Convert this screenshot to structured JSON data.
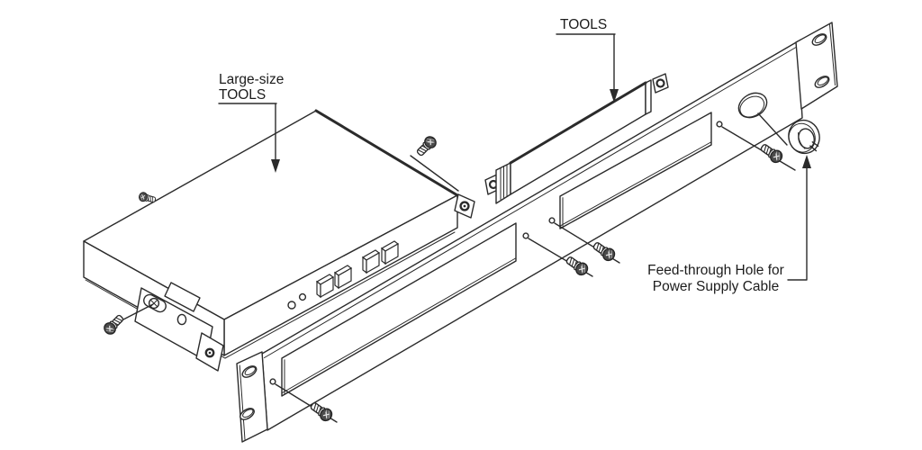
{
  "meta": {
    "background_color": "#ffffff",
    "line_color": "#2b2b2b",
    "text_color": "#1c1c1c",
    "diagram_type": "exploded-assembly-line-art"
  },
  "labels": {
    "large_tools_line1": "Large-size",
    "large_tools_line2": "TOOLS",
    "tools": "TOOLS",
    "feedthrough_line1": "Feed-through Hole for",
    "feedthrough_line2": "Power Supply Cable"
  },
  "components": {
    "device_unit": "large-size TOOLS unit",
    "filler_bracket": "blank TOOLS bracket",
    "rack_panel": "1U rack front panel",
    "mounting_ears": 2,
    "ear_slots_per_ear": 2,
    "panel_cutouts": 2,
    "screw_holes": 4,
    "screws": 7,
    "feed_through_hole": 1,
    "cable_grommet": 1,
    "front_leds": 2,
    "front_buttons": 4
  }
}
